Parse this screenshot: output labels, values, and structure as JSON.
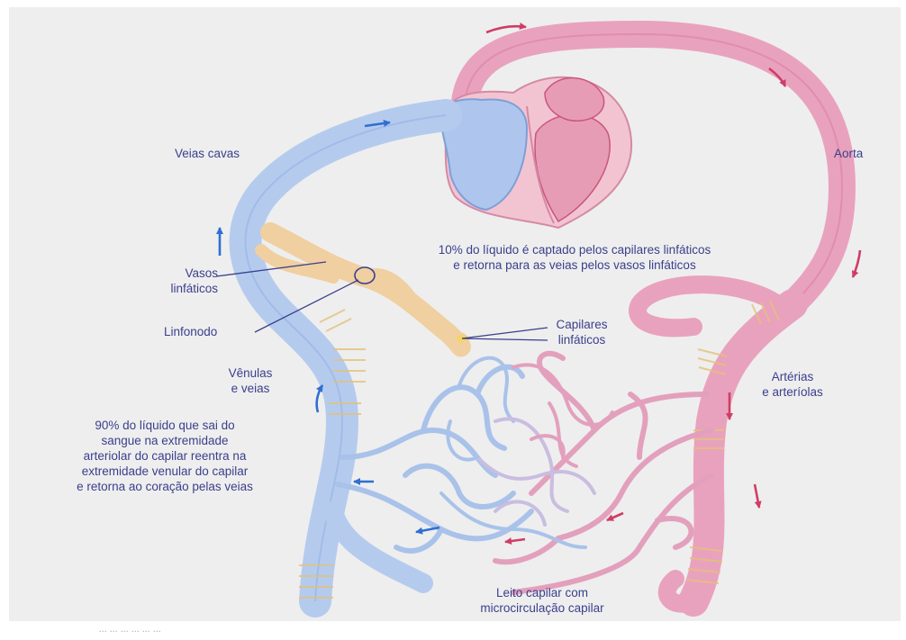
{
  "labels": {
    "veias_cavas": "Veias cavas",
    "aorta": "Aorta",
    "vasos_linfaticos": [
      "Vasos",
      "linfáticos"
    ],
    "linfonodo": "Linfonodo",
    "liquido_10": [
      "10% do líquido é captado pelos capilares linfáticos",
      "e retorna para as veias pelos vasos linfáticos"
    ],
    "capilares_linfaticos": [
      "Capilares",
      "linfáticos"
    ],
    "venulas_veias": [
      "Vênulas",
      "e veias"
    ],
    "arterias_arteriolas": [
      "Artérias",
      "e arteríolas"
    ],
    "liquido_90": [
      "90% do líquido que sai do",
      "sangue na extremidade",
      "arteriolar do capilar reentra na",
      "extremidade venular do capilar",
      "e retorna ao coração pelas veias"
    ],
    "leito_capilar": [
      "Leito capilar com",
      "microcirculação capilar"
    ]
  },
  "caption_fragment": "... ... ... ... ... ...",
  "colors": {
    "background": "#eeeeee",
    "arterial": "#e9a2bd",
    "arterial_dark": "#c9557e",
    "venous": "#b5cbee",
    "venous_dark": "#6b8fd0",
    "lymph": "#f0cfa0",
    "label_text": "#3b3f8c",
    "arrow_blue": "#2f6fd1",
    "arrow_red": "#cf3d66"
  },
  "icons": [
    "heart-shape",
    "flow-arrow",
    "lymph-node-ring"
  ]
}
